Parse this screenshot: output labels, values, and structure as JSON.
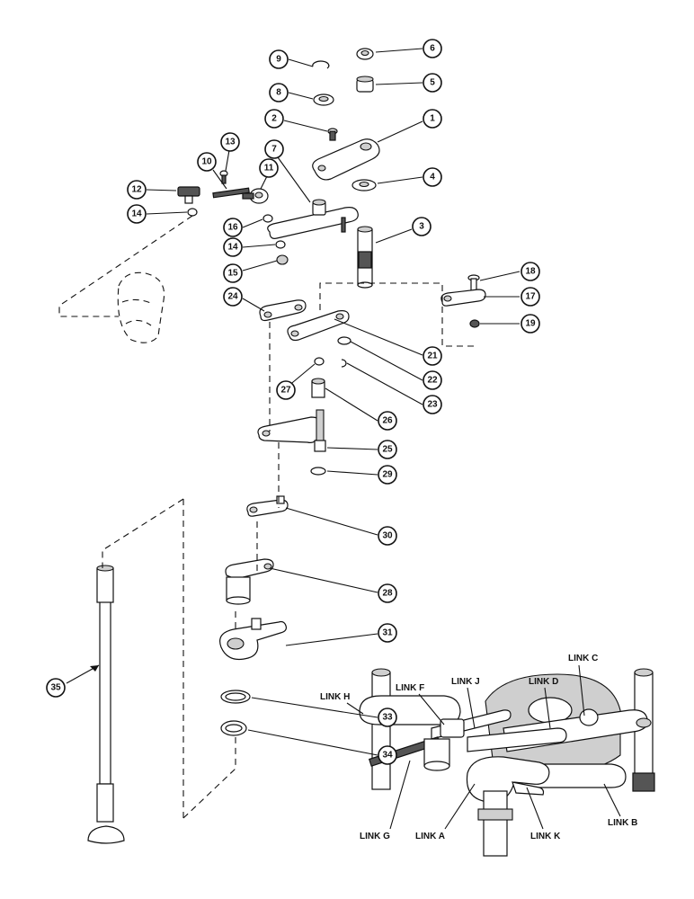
{
  "callouts": [
    {
      "n": "1"
    },
    {
      "n": "2"
    },
    {
      "n": "3"
    },
    {
      "n": "4"
    },
    {
      "n": "5"
    },
    {
      "n": "6"
    },
    {
      "n": "7"
    },
    {
      "n": "8"
    },
    {
      "n": "9"
    },
    {
      "n": "10"
    },
    {
      "n": "11"
    },
    {
      "n": "12"
    },
    {
      "n": "13"
    },
    {
      "n": "14"
    },
    {
      "n": "14"
    },
    {
      "n": "15"
    },
    {
      "n": "16"
    },
    {
      "n": "17"
    },
    {
      "n": "18"
    },
    {
      "n": "19"
    },
    {
      "n": "21"
    },
    {
      "n": "22"
    },
    {
      "n": "23"
    },
    {
      "n": "24"
    },
    {
      "n": "25"
    },
    {
      "n": "26"
    },
    {
      "n": "27"
    },
    {
      "n": "28"
    },
    {
      "n": "29"
    },
    {
      "n": "30"
    },
    {
      "n": "31"
    },
    {
      "n": "33"
    },
    {
      "n": "34"
    },
    {
      "n": "35"
    }
  ],
  "links": {
    "a": "LINK A",
    "b": "LINK B",
    "c": "LINK C",
    "d": "LINK D",
    "f": "LINK F",
    "g": "LINK G",
    "h": "LINK H",
    "j": "LINK J",
    "k": "LINK K"
  }
}
